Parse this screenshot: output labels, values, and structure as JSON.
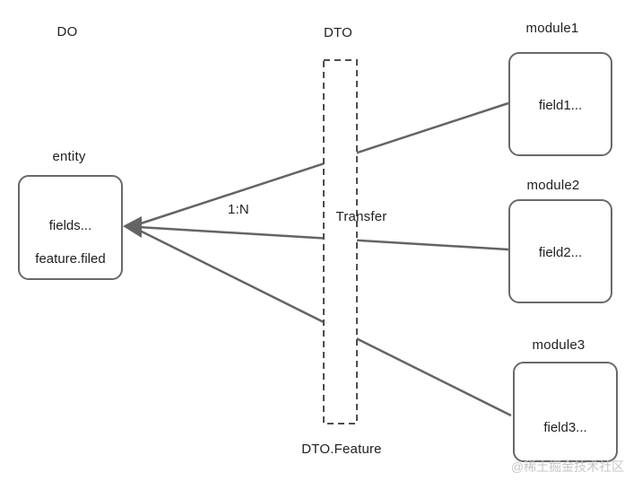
{
  "diagram": {
    "labels": {
      "do": "DO",
      "dto": "DTO",
      "entity": "entity",
      "relation": "1:N",
      "transfer": "Transfer",
      "dto_feature": "DTO.Feature"
    },
    "entity_box": {
      "line1": "fields...",
      "line2": "feature.filed"
    },
    "modules": [
      {
        "label": "module1",
        "field": "field1..."
      },
      {
        "label": "module2",
        "field": "field2..."
      },
      {
        "label": "module3",
        "field": "field3..."
      }
    ],
    "watermark": "@稀土掘金技术社区",
    "colors": {
      "background": "#ffffff",
      "line": "#646464",
      "box_border": "#696969",
      "dashed_border": "#4d4d4d",
      "text": "#1f1f1f",
      "watermark": "#c6c6c6"
    }
  }
}
